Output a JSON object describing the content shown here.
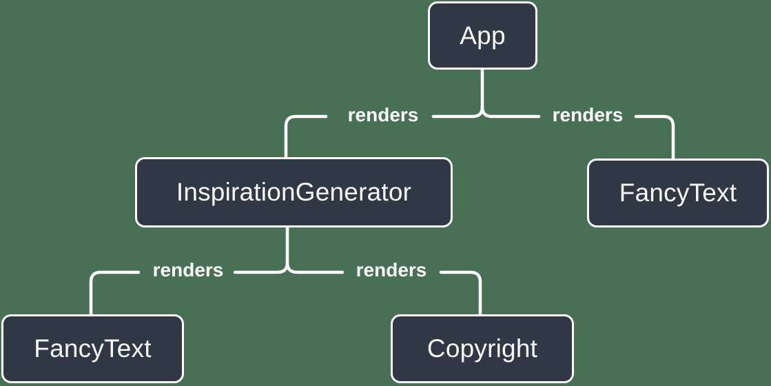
{
  "diagram": {
    "type": "component-render-tree",
    "colors": {
      "background": "#487054",
      "node_fill": "#313845",
      "node_border": "#ffffff",
      "node_text": "#f7f8fa",
      "connector": "#ffffff",
      "edge_label_text": "#ffffff"
    },
    "nodes": [
      {
        "id": "app",
        "label": "App"
      },
      {
        "id": "inspiration-generator",
        "label": "InspirationGenerator"
      },
      {
        "id": "fancy-text-top-right",
        "label": "FancyText"
      },
      {
        "id": "fancy-text-bottom-left",
        "label": "FancyText"
      },
      {
        "id": "copyright",
        "label": "Copyright"
      }
    ],
    "edges": [
      {
        "from": "App",
        "to": "InspirationGenerator",
        "label": "renders"
      },
      {
        "from": "App",
        "to": "FancyText",
        "label": "renders"
      },
      {
        "from": "InspirationGenerator",
        "to": "FancyText",
        "label": "renders"
      },
      {
        "from": "InspirationGenerator",
        "to": "Copyright",
        "label": "renders"
      }
    ]
  }
}
